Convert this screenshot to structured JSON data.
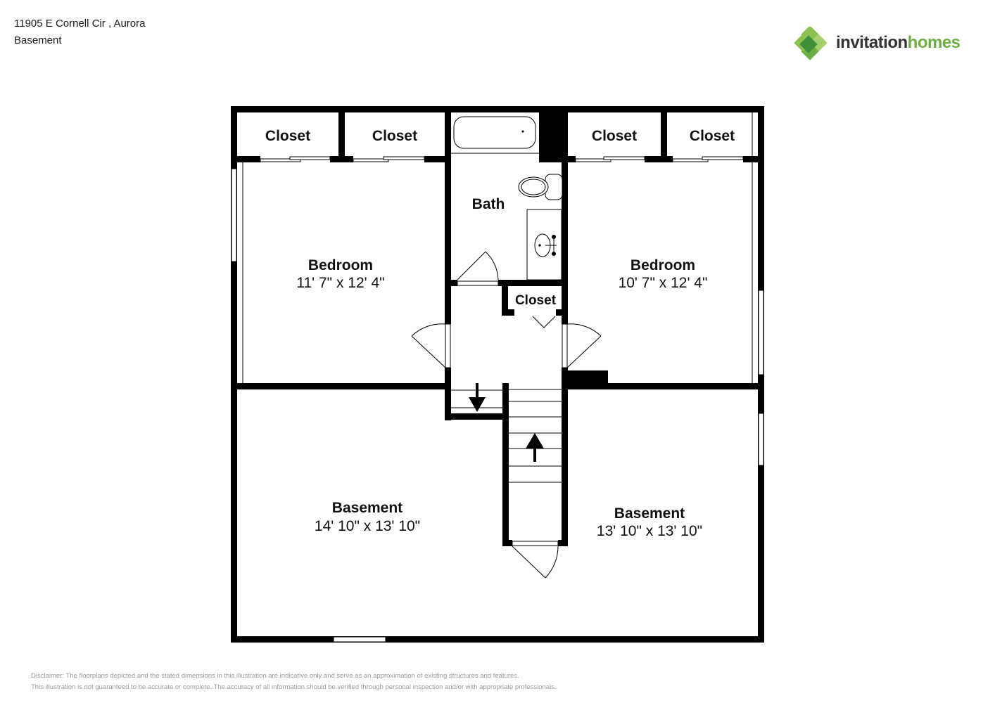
{
  "header": {
    "address": "11905 E Cornell Cir , Aurora",
    "floor": "Basement"
  },
  "logo": {
    "part1": "invitation",
    "part2": "homes",
    "mark": "·",
    "colors": {
      "dark": "#333333",
      "green": "#6fae44",
      "lightgreen": "#8cc152",
      "darkgreen": "#3f8f3a"
    }
  },
  "rooms": {
    "closet_1": {
      "name": "Closet"
    },
    "closet_2": {
      "name": "Closet"
    },
    "closet_3": {
      "name": "Closet"
    },
    "closet_4": {
      "name": "Closet"
    },
    "closet_hall": {
      "name": "Closet"
    },
    "bath": {
      "name": "Bath"
    },
    "bedroom_left": {
      "name": "Bedroom",
      "dim": "11' 7\" x 12' 4\""
    },
    "bedroom_right": {
      "name": "Bedroom",
      "dim": "10' 7\" x 12' 4\""
    },
    "basement_left": {
      "name": "Basement",
      "dim": "14' 10\" x 13' 10\""
    },
    "basement_right": {
      "name": "Basement",
      "dim": "13' 10\" x 13' 10\""
    }
  },
  "disclaimer": {
    "line1": "Disclaimer: The floorplans depicted and the stated dimensions in this illustration are indicative only and serve as an approximation of existing structures and features.",
    "line2": "This illustration is not guaranteed to be accurate or complete. The accuracy of all information should be verified through personal inspection and/or with appropriate professionals."
  }
}
